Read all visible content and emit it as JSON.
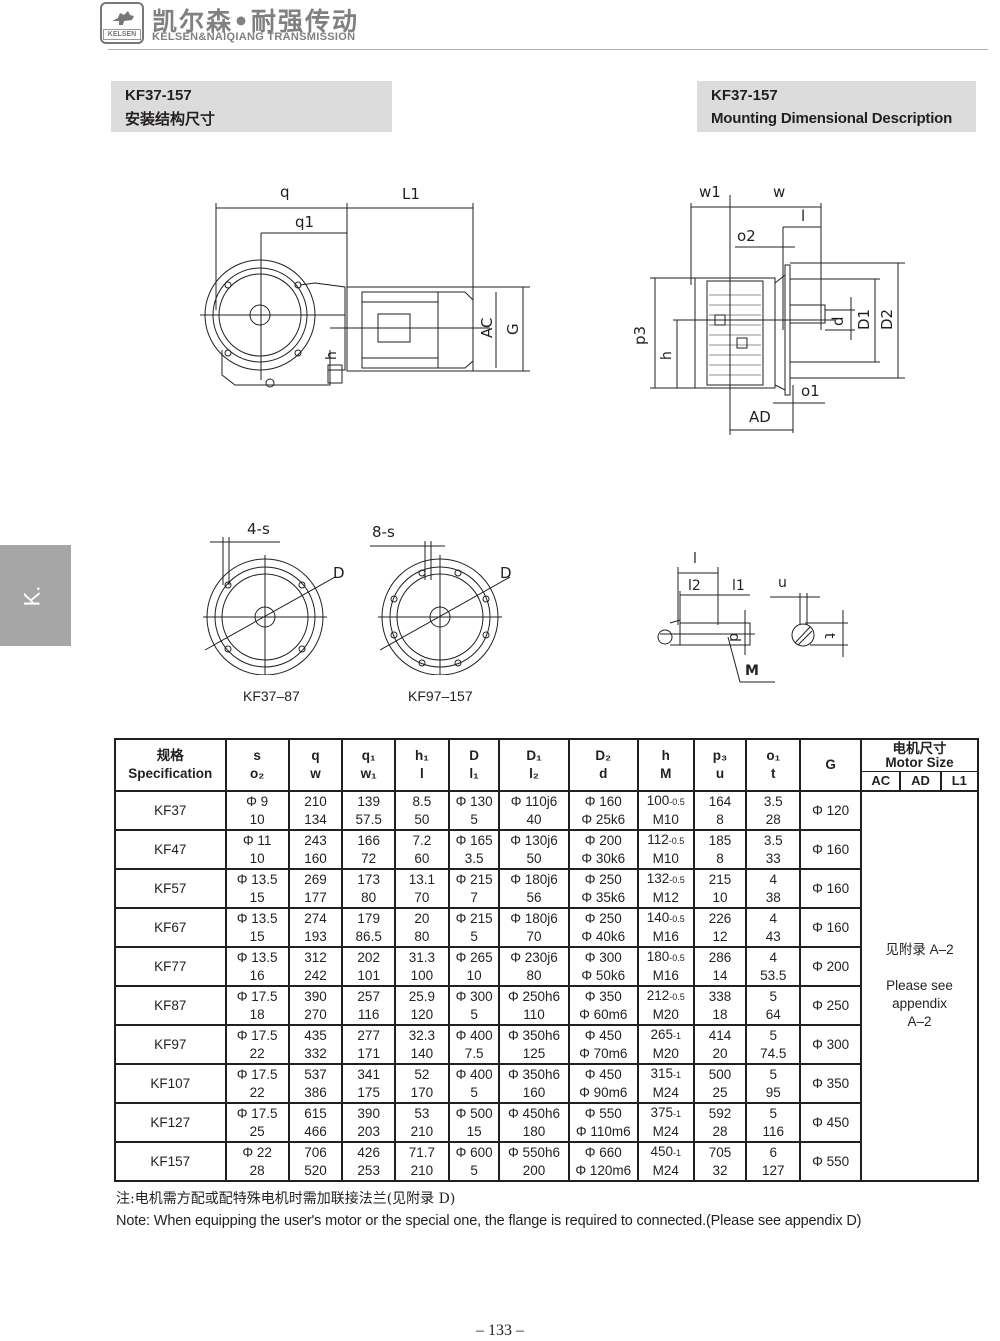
{
  "header": {
    "logo_text": "KELSEN",
    "brand_cn": "凯尔森•耐强传动",
    "brand_en": "KELSEN&NAIQIANG TRANSMISSION"
  },
  "title_left": {
    "model": "KF37-157",
    "subtitle": "安装结构尺寸"
  },
  "title_right": {
    "model": "KF37-157",
    "subtitle": "Mounting Dimensional Description"
  },
  "side_tab": {
    "label": "K."
  },
  "drawings": {
    "side_view": {
      "labels": [
        "q",
        "L1",
        "q1",
        "AC",
        "G",
        "h"
      ]
    },
    "front_view": {
      "labels": [
        "w1",
        "w",
        "l",
        "o2",
        "p3",
        "h",
        "d",
        "D1",
        "D2",
        "o1",
        "AD"
      ]
    },
    "flange_4": {
      "hole_label": "4-s",
      "diameter_label": "D",
      "caption": "KF37–87"
    },
    "flange_8": {
      "hole_label": "8-s",
      "diameter_label": "D",
      "caption": "KF97–157"
    },
    "shaft_detail": {
      "labels": [
        "l",
        "l2",
        "l1",
        "u",
        "d",
        "t",
        "M"
      ]
    }
  },
  "table": {
    "headers": [
      {
        "top": "规格",
        "bottom": "Specification"
      },
      {
        "top": "s",
        "bottom": "o₂"
      },
      {
        "top": "q",
        "bottom": "w"
      },
      {
        "top": "q₁",
        "bottom": "w₁"
      },
      {
        "top": "h₁",
        "bottom": "l"
      },
      {
        "top": "D",
        "bottom": "l₁"
      },
      {
        "top": "D₁",
        "bottom": "l₂"
      },
      {
        "top": "D₂",
        "bottom": "d"
      },
      {
        "top": "h",
        "bottom": "M"
      },
      {
        "top": "p₃",
        "bottom": "u"
      },
      {
        "top": "o₁",
        "bottom": "t"
      },
      {
        "top": "G",
        "bottom": ""
      }
    ],
    "motor_size": {
      "title_cn": "电机尺寸",
      "title_en": "Motor Size",
      "cols": [
        "AC",
        "AD",
        "L1"
      ],
      "note_cn": "见附录 A–2",
      "note_en_1": "Please see",
      "note_en_2": "appendix",
      "note_en_3": "A–2"
    },
    "rows": [
      {
        "model": "KF37",
        "s": "Φ 9",
        "o2": "10",
        "q": "210",
        "w": "134",
        "q1": "139",
        "w1": "57.5",
        "h1": "8.5",
        "l": "50",
        "D": "Φ 130",
        "l1": "5",
        "D1": "Φ 110j6",
        "l2": "40",
        "D2": "Φ 160",
        "d": "Φ 25k6",
        "h": "100",
        "h_tol": "-0.5",
        "M": "M10",
        "p3": "164",
        "u": "8",
        "o1": "3.5",
        "t": "28",
        "G": "Φ 120"
      },
      {
        "model": "KF47",
        "s": "Φ 11",
        "o2": "10",
        "q": "243",
        "w": "160",
        "q1": "166",
        "w1": "72",
        "h1": "7.2",
        "l": "60",
        "D": "Φ 165",
        "l1": "3.5",
        "D1": "Φ 130j6",
        "l2": "50",
        "D2": "Φ 200",
        "d": "Φ 30k6",
        "h": "112",
        "h_tol": "-0.5",
        "M": "M10",
        "p3": "185",
        "u": "8",
        "o1": "3.5",
        "t": "33",
        "G": "Φ 160"
      },
      {
        "model": "KF57",
        "s": "Φ 13.5",
        "o2": "15",
        "q": "269",
        "w": "177",
        "q1": "173",
        "w1": "80",
        "h1": "13.1",
        "l": "70",
        "D": "Φ 215",
        "l1": "7",
        "D1": "Φ 180j6",
        "l2": "56",
        "D2": "Φ 250",
        "d": "Φ 35k6",
        "h": "132",
        "h_tol": "-0.5",
        "M": "M12",
        "p3": "215",
        "u": "10",
        "o1": "4",
        "t": "38",
        "G": "Φ 160"
      },
      {
        "model": "KF67",
        "s": "Φ 13.5",
        "o2": "15",
        "q": "274",
        "w": "193",
        "q1": "179",
        "w1": "86.5",
        "h1": "20",
        "l": "80",
        "D": "Φ 215",
        "l1": "5",
        "D1": "Φ 180j6",
        "l2": "70",
        "D2": "Φ 250",
        "d": "Φ 40k6",
        "h": "140",
        "h_tol": "-0.5",
        "M": "M16",
        "p3": "226",
        "u": "12",
        "o1": "4",
        "t": "43",
        "G": "Φ 160"
      },
      {
        "model": "KF77",
        "s": "Φ 13.5",
        "o2": "16",
        "q": "312",
        "w": "242",
        "q1": "202",
        "w1": "101",
        "h1": "31.3",
        "l": "100",
        "D": "Φ 265",
        "l1": "10",
        "D1": "Φ 230j6",
        "l2": "80",
        "D2": "Φ 300",
        "d": "Φ 50k6",
        "h": "180",
        "h_tol": "-0.5",
        "M": "M16",
        "p3": "286",
        "u": "14",
        "o1": "4",
        "t": "53.5",
        "G": "Φ 200"
      },
      {
        "model": "KF87",
        "s": "Φ 17.5",
        "o2": "18",
        "q": "390",
        "w": "270",
        "q1": "257",
        "w1": "116",
        "h1": "25.9",
        "l": "120",
        "D": "Φ 300",
        "l1": "5",
        "D1": "Φ 250h6",
        "l2": "110",
        "D2": "Φ 350",
        "d": "Φ 60m6",
        "h": "212",
        "h_tol": "-0.5",
        "M": "M20",
        "p3": "338",
        "u": "18",
        "o1": "5",
        "t": "64",
        "G": "Φ 250"
      },
      {
        "model": "KF97",
        "s": "Φ 17.5",
        "o2": "22",
        "q": "435",
        "w": "332",
        "q1": "277",
        "w1": "171",
        "h1": "32.3",
        "l": "140",
        "D": "Φ 400",
        "l1": "7.5",
        "D1": "Φ 350h6",
        "l2": "125",
        "D2": "Φ 450",
        "d": "Φ 70m6",
        "h": "265",
        "h_tol": "-1",
        "M": "M20",
        "p3": "414",
        "u": "20",
        "o1": "5",
        "t": "74.5",
        "G": "Φ 300"
      },
      {
        "model": "KF107",
        "s": "Φ 17.5",
        "o2": "22",
        "q": "537",
        "w": "386",
        "q1": "341",
        "w1": "175",
        "h1": "52",
        "l": "170",
        "D": "Φ 400",
        "l1": "5",
        "D1": "Φ 350h6",
        "l2": "160",
        "D2": "Φ 450",
        "d": "Φ 90m6",
        "h": "315",
        "h_tol": "-1",
        "M": "M24",
        "p3": "500",
        "u": "25",
        "o1": "5",
        "t": "95",
        "G": "Φ 350"
      },
      {
        "model": "KF127",
        "s": "Φ 17.5",
        "o2": "25",
        "q": "615",
        "w": "466",
        "q1": "390",
        "w1": "203",
        "h1": "53",
        "l": "210",
        "D": "Φ 500",
        "l1": "15",
        "D1": "Φ 450h6",
        "l2": "180",
        "D2": "Φ 550",
        "d": "Φ 110m6",
        "h": "375",
        "h_tol": "-1",
        "M": "M24",
        "p3": "592",
        "u": "28",
        "o1": "5",
        "t": "116",
        "G": "Φ 450"
      },
      {
        "model": "KF157",
        "s": "Φ 22",
        "o2": "28",
        "q": "706",
        "w": "520",
        "q1": "426",
        "w1": "253",
        "h1": "71.7",
        "l": "210",
        "D": "Φ 600",
        "l1": "5",
        "D1": "Φ 550h6",
        "l2": "200",
        "D2": "Φ 660",
        "d": "Φ 120m6",
        "h": "450",
        "h_tol": "-1",
        "M": "M24",
        "p3": "705",
        "u": "32",
        "o1": "6",
        "t": "127",
        "G": "Φ 550"
      }
    ]
  },
  "notes": {
    "cn": "注:电机需方配或配特殊电机时需加联接法兰(见附录 D)",
    "en": "Note: When equipping the user's motor or the special one, the flange is required to connected.(Please see appendix D)"
  },
  "page_number": "– 133 –"
}
